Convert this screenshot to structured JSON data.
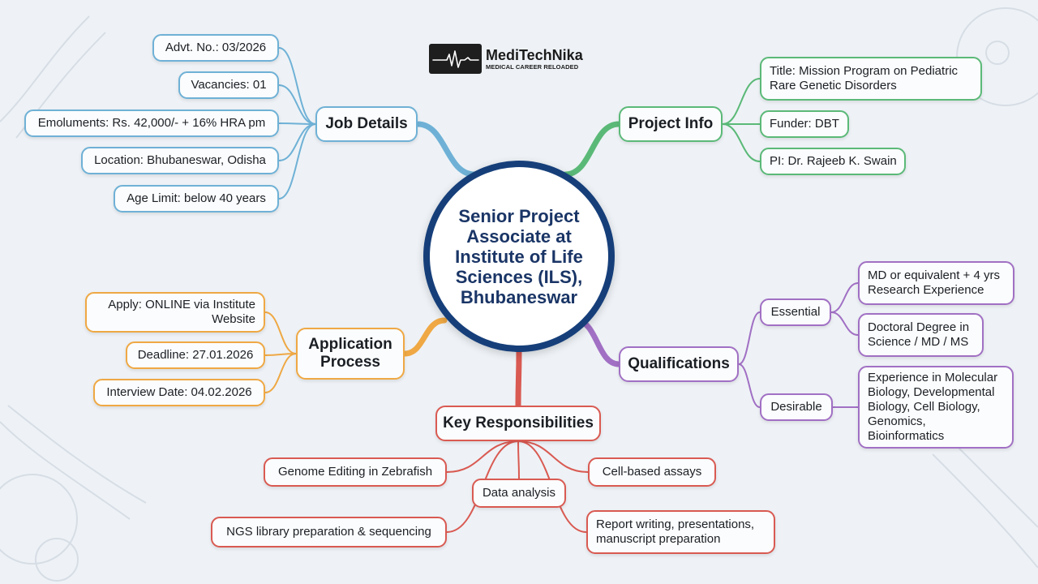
{
  "brand": {
    "logo_icon": "ecg-pulse-icon",
    "name": "MediTechNika",
    "tagline": "MEDICAL CAREER RELOADED"
  },
  "center": {
    "title": "Senior Project\nAssociate at\nInstitute of Life\nSciences (ILS),\nBhubaneswar"
  },
  "colors": {
    "job_details": "#6fb1d6",
    "project_info": "#5bb978",
    "application_process": "#efa844",
    "qualifications": "#a170c4",
    "key_responsibilities": "#d95a52",
    "center_ring": "#163f7a"
  },
  "job_details": {
    "label": "Job Details",
    "items": [
      "Advt. No.: 03/2026",
      "Vacancies: 01",
      "Emoluments: Rs. 42,000/- + 16% HRA pm",
      "Location: Bhubaneswar, Odisha",
      "Age Limit: below 40 years"
    ]
  },
  "project_info": {
    "label": "Project Info",
    "items": [
      "Title: Mission Program on Pediatric\nRare Genetic Disorders",
      "Funder: DBT",
      "PI: Dr. Rajeeb K. Swain"
    ]
  },
  "application_process": {
    "label": "Application\nProcess",
    "items": [
      "Apply: ONLINE via Institute\nWebsite",
      "Deadline: 27.01.2026",
      "Interview Date: 04.02.2026"
    ]
  },
  "qualifications": {
    "label": "Qualifications",
    "essential": {
      "label": "Essential",
      "items": [
        "MD or equivalent + 4 yrs\nResearch Experience",
        "Doctoral Degree in\nScience / MD / MS"
      ]
    },
    "desirable": {
      "label": "Desirable",
      "items": [
        "Experience in Molecular\nBiology, Developmental\nBiology, Cell Biology,\nGenomics,\nBioinformatics"
      ]
    }
  },
  "key_responsibilities": {
    "label": "Key Responsibilities",
    "items": [
      "Genome Editing in Zebrafish",
      "Data analysis",
      "Cell-based assays",
      "NGS library preparation & sequencing",
      "Report writing, presentations,\nmanuscript preparation"
    ]
  }
}
